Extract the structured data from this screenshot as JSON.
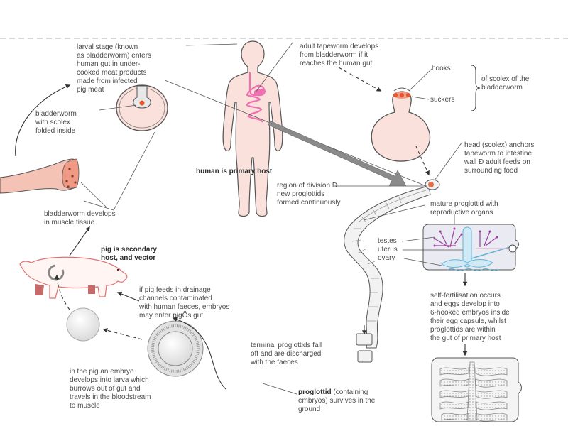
{
  "diagram": {
    "title": "Pork tapeworm life cycle",
    "colors": {
      "flesh": "#fbe1dc",
      "outline": "#555555",
      "gut": "#ef6fb0",
      "scolex": "#e4572e",
      "pig_outline": "#e07070",
      "pig_leg": "#c86a6a",
      "testes": "#9b3fa0",
      "ovary": "#5fb6d8",
      "gray_arrow": "#8a8a8a"
    },
    "labels": {
      "larval_stage": "larval stage (known\nas bladderworm) enters\nhuman gut in under-\ncooked meat products\nmade from infected\npig meat",
      "bladderworm_scolex": "bladderworm\nwith scolex\nfolded inside",
      "bladderworm_muscle": "bladderworm develops\nin muscle tissue",
      "human_host": "human is primary host",
      "adult_develops": "adult tapeworm develops\nfrom bladderworm if it\nreaches the human gut",
      "hooks": "hooks",
      "suckers": "suckers",
      "of_scolex": "of scolex of the\nbladderworm",
      "head_anchors": "head (scolex) anchors\ntapeworm to intestine\nwall Đ adult feeds on\nsurrounding food",
      "region_division": "region of division Đ\nnew proglottids\nformed continuously",
      "mature_proglottid": "mature proglottid with\nreproductive organs",
      "testes": "testes",
      "uterus": "uterus",
      "ovary": "ovary",
      "self_fertilisation": "self-fertilisation occurs\nand eggs develop into\n6-hooked embryos inside\ntheir egg capsule, whilst\nproglottids are within\nthe gut of primary host",
      "terminal_proglottids": "terminal proglottids fall\noff and are discharged\nwith the faeces",
      "proglottid_bold": "proglottid",
      "proglottid_rest": " (containing\nembryos) survives in the\nground",
      "pig_host": "pig is secondary\nhost, and vector",
      "pig_feeds": "if pig feeds in drainage\nchannels contaminated\nwith human faeces, embryos\nmay enter pigÕs gut",
      "embryo_larva": "in the pig an embryo\ndevelops into larva which\nburrows out of gut and\ntravels in the bloodstream\nto muscle"
    }
  }
}
